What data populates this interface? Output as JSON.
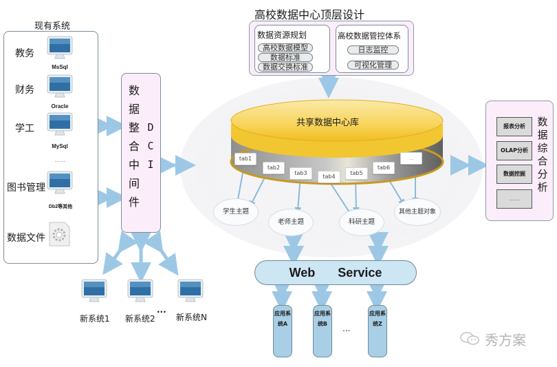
{
  "existing_systems": {
    "title": "现有系统",
    "items": [
      {
        "label": "教务",
        "caption": "MsSql",
        "icon": "monitor-icon"
      },
      {
        "label": "财务",
        "caption": "Oracle",
        "icon": "monitor-icon"
      },
      {
        "label": "学工",
        "caption": "MySql",
        "icon": "monitor-icon"
      },
      {
        "label": "",
        "caption": "……",
        "icon": ""
      },
      {
        "label": "图书管理",
        "caption": "Db2等其他",
        "icon": "monitor-icon"
      },
      {
        "label": "数据文件",
        "caption": "",
        "icon": "gear-file-icon"
      }
    ]
  },
  "middleware": {
    "title": "数据整合中间件",
    "abbr": "DCI"
  },
  "top_design": {
    "title": "高校数据中心顶层设计",
    "planning": {
      "title": "数据资源规划",
      "items": [
        "高校数据模型",
        "数据标准",
        "数据交换标准"
      ]
    },
    "control": {
      "title": "高校数据管控体系",
      "items": [
        "日志监控",
        "可视化管理"
      ]
    }
  },
  "database": {
    "title": "共享数据中心库",
    "tabs": [
      "tab1",
      "tab2",
      "tab3",
      "tab4",
      "tab5",
      "tab6",
      "..."
    ],
    "colors": {
      "top": "#f5c733",
      "side": "#a8a8a8"
    }
  },
  "topics": [
    "学生主题",
    "老师主题",
    "科研主题",
    "其他主题对象"
  ],
  "analysis": {
    "title": "数据综合分析",
    "items": [
      "报表分析",
      "OLAP分析",
      "数据挖掘",
      "……"
    ]
  },
  "web_service": {
    "label": "Web Service"
  },
  "apps": [
    {
      "label": "应用系统A"
    },
    {
      "label": "应用系统B"
    },
    {
      "label": "应用系统Z"
    }
  ],
  "apps_ellipsis": "...",
  "new_systems": [
    "新系统1",
    "新系统2",
    "新系统N"
  ],
  "new_systems_ellipsis": "···",
  "watermark": "秀方案",
  "colors": {
    "arrow": "#9cc8e6",
    "panel_fill": "#fbeefa",
    "border": "#7b8c96"
  }
}
